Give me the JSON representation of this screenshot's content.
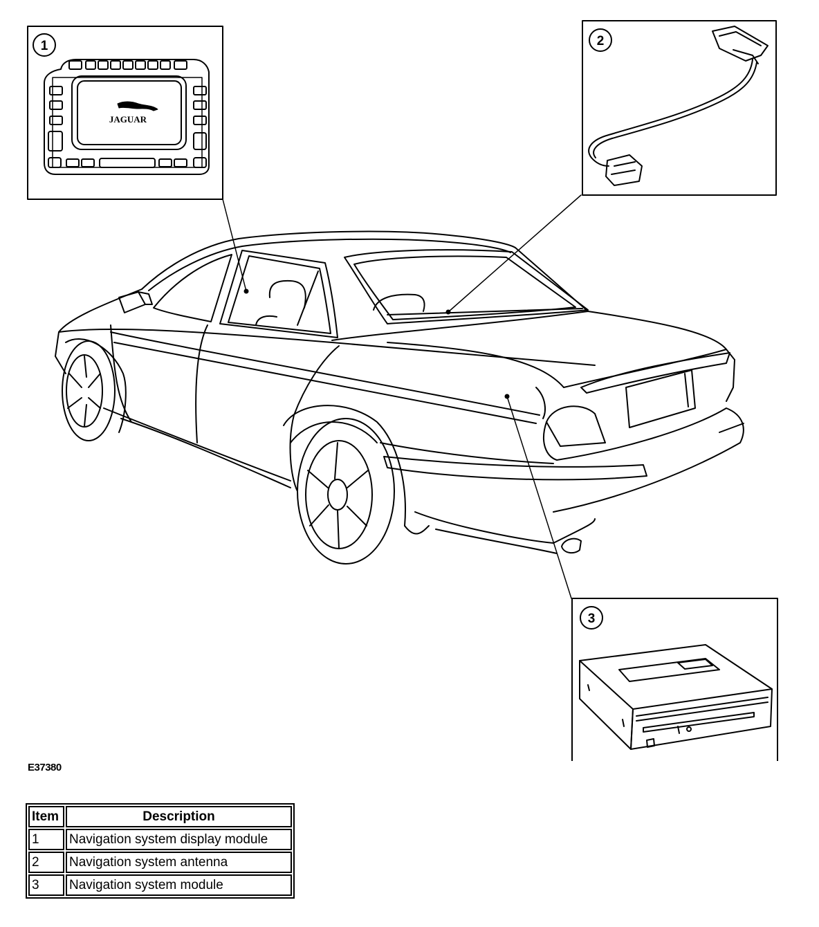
{
  "callouts": [
    "1",
    "2",
    "3"
  ],
  "display_logo": "JAGUAR",
  "figure_id": "E37380",
  "legend": {
    "headers": [
      "Item",
      "Description"
    ],
    "rows": [
      {
        "item": "1",
        "description": "Navigation system display module"
      },
      {
        "item": "2",
        "description": "Navigation system antenna"
      },
      {
        "item": "3",
        "description": "Navigation system module"
      }
    ]
  }
}
